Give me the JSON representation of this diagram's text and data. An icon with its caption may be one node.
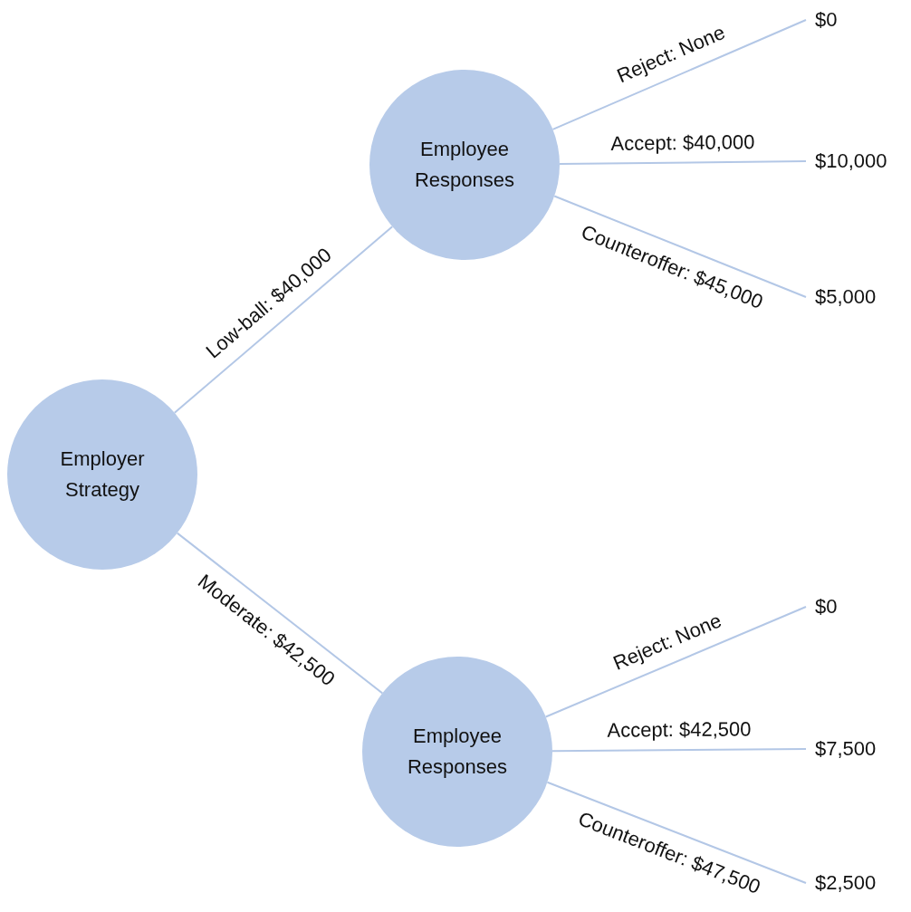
{
  "diagram": {
    "nodes": [
      {
        "text": [
          "Employer Strategy"
        ]
      },
      {
        "text": [
          "Employee Responses"
        ]
      },
      {
        "text": [
          "Employee Responses"
        ]
      },
      {
        "text": [
          "$0"
        ]
      },
      {
        "text": [
          "$10,000"
        ]
      },
      {
        "text": [
          "$5,000"
        ]
      },
      {
        "text": [
          "$0"
        ]
      },
      {
        "text": [
          "$7,500"
        ]
      },
      {
        "text": [
          "$2,500"
        ]
      }
    ],
    "edges": [
      {
        "from": 0,
        "to": 1,
        "arrow": "none",
        "label": "Low-ball: $40,000"
      },
      {
        "from": 0,
        "to": 2,
        "arrow": "none",
        "label": "Moderate: $42,500"
      },
      {
        "from": 1,
        "to": 3,
        "arrow": "none",
        "label": "Reject: None"
      },
      {
        "from": 1,
        "to": 4,
        "arrow": "none",
        "label": "Accept: $40,000"
      },
      {
        "from": 1,
        "to": 5,
        "arrow": "none",
        "label": "Counteroffer: $45,000"
      },
      {
        "from": 2,
        "to": 6,
        "arrow": "none",
        "label": "Reject: None"
      },
      {
        "from": 2,
        "to": 7,
        "arrow": "none",
        "label": "Accept: $42,500"
      },
      {
        "from": 2,
        "to": 8,
        "arrow": "none",
        "label": "Counteroffer: $47,500"
      }
    ]
  }
}
